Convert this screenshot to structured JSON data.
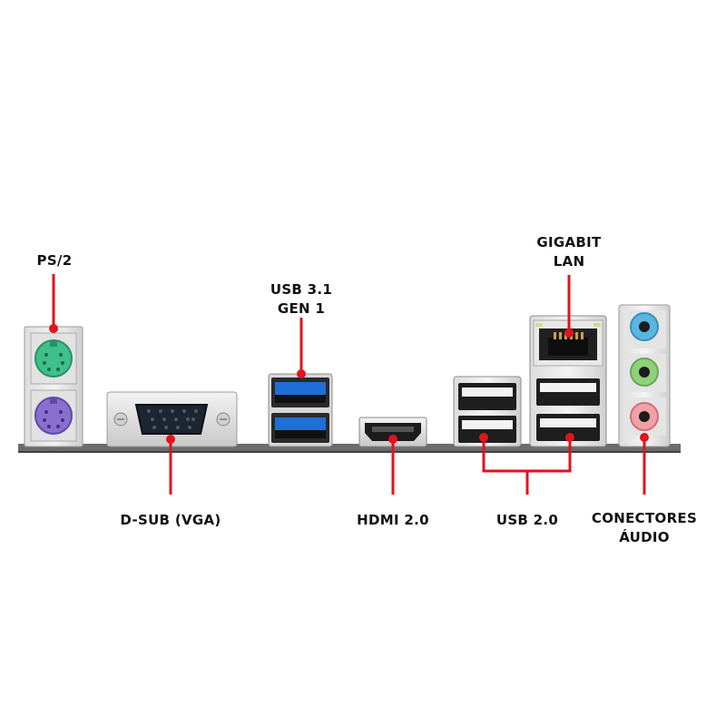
{
  "labels": {
    "ps2": "PS/2",
    "usb31": [
      "USB 3.1",
      "GEN 1"
    ],
    "lan": [
      "GIGABIT",
      "LAN"
    ],
    "vga": "D-SUB (VGA)",
    "hdmi": "HDMI 2.0",
    "usb20": "USB 2.0",
    "audio": [
      "CONECTORES",
      "ÁUDIO"
    ]
  },
  "colors": {
    "callout": "#e1131c",
    "ps2_mouse": "#3fbf8a",
    "ps2_keyboard": "#8b6fd0",
    "usb3_blue": "#1f6fd6",
    "audio_blue": "#59b6e0",
    "audio_green": "#8fd07a",
    "audio_pink": "#f1a0a6",
    "board": "#6a6d6f"
  }
}
